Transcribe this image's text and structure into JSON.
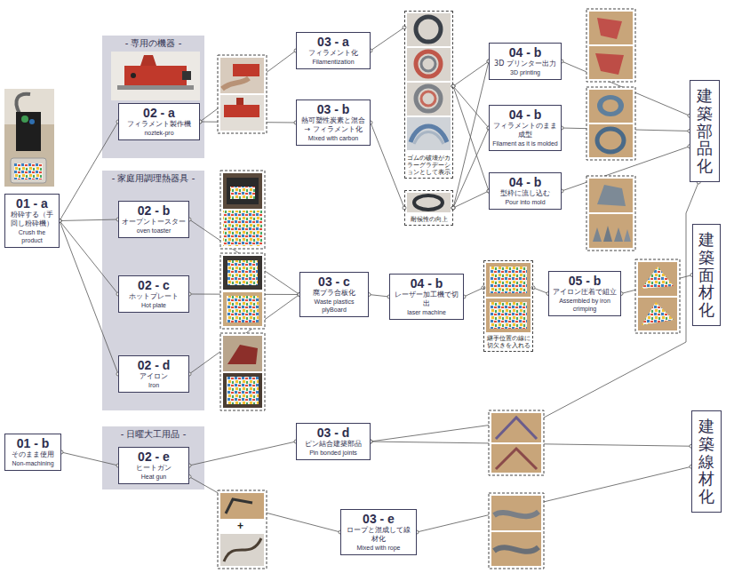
{
  "diagram": {
    "nodes": [
      {
        "text": [
          "01 - a",
          "粉砕する（手回し粉砕機）",
          "Crush the product"
        ]
      },
      {
        "text": [
          "- 専用の機器 -"
        ]
      },
      {
        "text": [
          "02 - a",
          "フィラメント製作機",
          "noztek-pro"
        ],
        "in": 1
      },
      {
        "text": [
          "- 家庭用調理熱器具 -"
        ]
      },
      {
        "text": [
          "02 - b",
          "オーブントースター",
          "oven toaster"
        ],
        "in": 3
      },
      {
        "text": [
          "02 - c",
          "ホットプレート",
          "Hot plate"
        ],
        "in": 3
      },
      {
        "text": [
          "02 - d",
          "アイロン",
          "Iron"
        ],
        "in": 3
      },
      {
        "text": [
          "03 - a",
          "フィラメント化",
          "Filamentization"
        ]
      },
      {
        "text": [
          "03 - b",
          "熱可塑性炭素と混合 → フィラメント化",
          "Mixed with carbon"
        ]
      },
      {
        "text": [
          "ゴムの破壊がカラーグラデーションとして表示"
        ]
      },
      {
        "text": [
          "耐候性の向上"
        ]
      },
      {
        "text": [
          "04 - b",
          "3D プリンター出力",
          "3D printing"
        ]
      },
      {
        "text": [
          "04 - b",
          "フィラメントのまま成型",
          "Filament as it is molded"
        ]
      },
      {
        "text": [
          "04 - b",
          "型枠に流し込む",
          "Pour into mold"
        ]
      },
      {
        "text": [
          "建築部品化"
        ]
      },
      {
        "text": [
          "03 - c",
          "廃プラ合板化",
          "Waste plastics plyBoard"
        ]
      },
      {
        "text": [
          "04 - b",
          "レーザー加工機で切出",
          "laser machine"
        ]
      },
      {
        "text": [
          "継手位置の線に切欠きを入れる"
        ]
      },
      {
        "text": [
          "05 - b",
          "アイロン圧着で組立",
          "Assembled by iron crimping"
        ]
      },
      {
        "text": [
          "建築面材化"
        ]
      },
      {
        "text": [
          "01 - b",
          "そのまま使用",
          "Non-machining"
        ]
      },
      {
        "text": [
          "- 日曜大工用品 -"
        ]
      },
      {
        "text": [
          "02 - e",
          "ヒートガン",
          "Heat gun"
        ],
        "in": 21
      },
      {
        "text": [
          "03 - d",
          "ピン結合建築部品",
          "Pin bonded joints"
        ]
      },
      {
        "text": [
          "03 - e",
          "ロープと混成して線材化",
          "Mixed with rope"
        ]
      },
      {
        "text": [
          "建築線材化"
        ]
      }
    ],
    "edges": [
      {
        "from": 0,
        "to": 2,
        "arrow": "none"
      },
      {
        "from": 0,
        "to": 4,
        "arrow": "none"
      },
      {
        "from": 0,
        "to": 5,
        "arrow": "none"
      },
      {
        "from": 0,
        "to": 6,
        "arrow": "none"
      },
      {
        "from": 2,
        "to": 7,
        "arrow": "none"
      },
      {
        "from": 2,
        "to": 8,
        "arrow": "none"
      },
      {
        "from": 7,
        "to": 9,
        "arrow": "none"
      },
      {
        "from": 8,
        "to": 10,
        "arrow": "none"
      },
      {
        "from": 9,
        "to": 11,
        "arrow": "none"
      },
      {
        "from": 9,
        "to": 12,
        "arrow": "none"
      },
      {
        "from": 9,
        "to": 13,
        "arrow": "none"
      },
      {
        "from": 10,
        "to": 11,
        "arrow": "none"
      },
      {
        "from": 10,
        "to": 12,
        "arrow": "none"
      },
      {
        "from": 10,
        "to": 13,
        "arrow": "none"
      },
      {
        "from": 11,
        "to": 14,
        "arrow": "none"
      },
      {
        "from": 12,
        "to": 14,
        "arrow": "none"
      },
      {
        "from": 13,
        "to": 14,
        "arrow": "none"
      },
      {
        "from": 4,
        "to": 15,
        "arrow": "none"
      },
      {
        "from": 5,
        "to": 15,
        "arrow": "none"
      },
      {
        "from": 6,
        "to": 15,
        "arrow": "none"
      },
      {
        "from": 15,
        "to": 16,
        "arrow": "none"
      },
      {
        "from": 16,
        "to": 17,
        "arrow": "none"
      },
      {
        "from": 17,
        "to": 18,
        "arrow": "none"
      },
      {
        "from": 18,
        "to": 19,
        "arrow": "none"
      },
      {
        "from": 20,
        "to": 22,
        "arrow": "none"
      },
      {
        "from": 22,
        "to": 23,
        "arrow": "none"
      },
      {
        "from": 23,
        "to": 25,
        "arrow": "none"
      },
      {
        "from": 23,
        "to": 14,
        "arrow": "none"
      },
      {
        "from": 22,
        "to": 24,
        "arrow": "none"
      },
      {
        "from": 24,
        "to": 25,
        "arrow": "none"
      }
    ],
    "labels": [
      "+"
    ]
  }
}
